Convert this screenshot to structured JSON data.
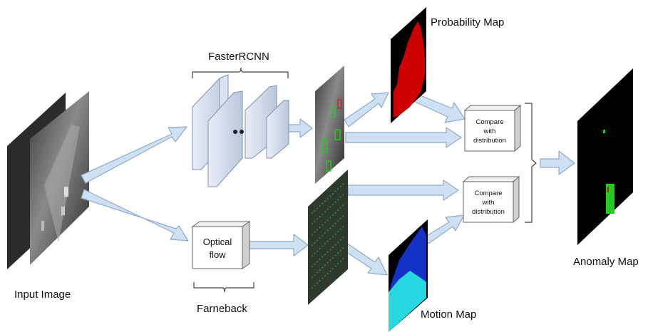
{
  "labels": {
    "input_image": "Input Image",
    "faster_rcnn": "FasterRCNN",
    "probability_map": "Probability Map",
    "optical_flow_line1": "Optical",
    "optical_flow_line2": "flow",
    "farneback": "Farneback",
    "motion_map": "Motion Map",
    "anomaly_map": "Anomaly Map",
    "compare_top": [
      "Compare",
      "with",
      "distribution"
    ],
    "compare_bottom": [
      "Compare",
      "with",
      "distribution"
    ]
  },
  "colors": {
    "arrow_fill": "#cfe0f3",
    "arrow_stroke": "#8eaacb",
    "probability_red": "#cc0000",
    "motion_blue": "#1432c8",
    "motion_cyan": "#27d8e0",
    "anomaly_green": "#22cc22",
    "flow_green": "#2fa040"
  }
}
